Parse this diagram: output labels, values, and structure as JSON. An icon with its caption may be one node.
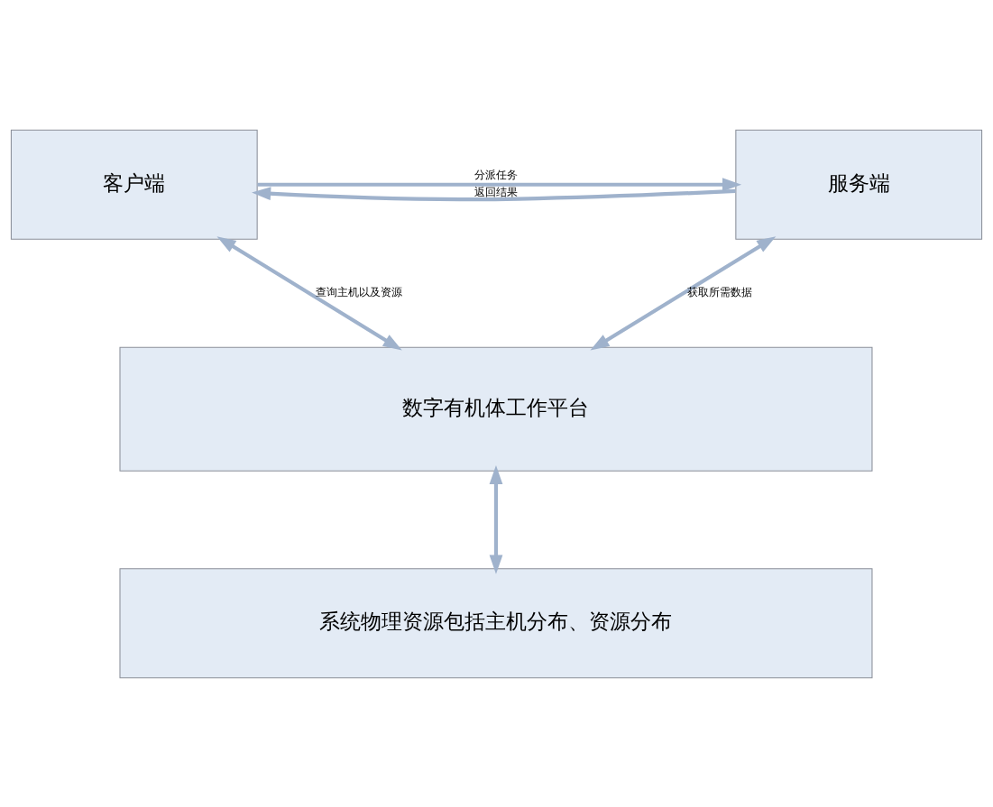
{
  "diagram": {
    "nodes": [
      {
        "text": [
          "客户端"
        ]
      },
      {
        "text": [
          "服务端"
        ]
      },
      {
        "text": [
          "数字有机体工作平台"
        ]
      },
      {
        "text": [
          "系统物理资源包括主机分布、资源分布"
        ]
      }
    ],
    "edges": [
      {
        "from": 0,
        "to": 1,
        "arrow": "to",
        "label": "分派任务"
      },
      {
        "from": 1,
        "to": 0,
        "arrow": "to",
        "label": "返回结果"
      },
      {
        "from": 0,
        "to": 2,
        "arrow": "both",
        "label": "查询主机以及资源"
      },
      {
        "from": 1,
        "to": 2,
        "arrow": "both",
        "label": "获取所需数据"
      },
      {
        "from": 2,
        "to": 3,
        "arrow": "both"
      }
    ]
  }
}
